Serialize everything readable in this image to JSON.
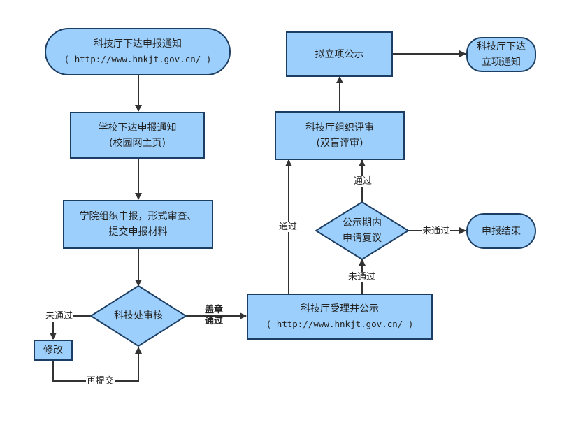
{
  "nodes": {
    "dept_notice": {
      "line1": "科技厅下达申报通知",
      "line2": "( http://www.hnkjt.gov.cn/ )"
    },
    "school_notice": {
      "line1": "学校下达申报通知",
      "line2": "(校园网主页)"
    },
    "college_review": {
      "line1": "学院组织申报，形式审查、",
      "line2": "提交申报材料"
    },
    "sci_office_review": {
      "text": "科技处审核"
    },
    "modify": {
      "text": "修改"
    },
    "dept_accept": {
      "line1": "科技厅受理并公示",
      "line2": "( http://www.hnkjt.gov.cn/ )"
    },
    "public_period": {
      "line1": "公示期内",
      "line2": "申请复议"
    },
    "end": {
      "text": "申报结束"
    },
    "dept_evaluate": {
      "line1": "科技厅组织评审",
      "line2": "(双盲评审)"
    },
    "publicize": {
      "text": "拟立项公示"
    },
    "final_notice": {
      "line1": "科技厅下达",
      "line2": "立项通知"
    }
  },
  "labels": {
    "not_pass_left": "未通过",
    "resubmit": "再提交",
    "stamp": "盖章",
    "stamp_pass": "通过",
    "pass_vertical": "通过",
    "not_pass_bottom": "未通过",
    "pass_top": "通过",
    "not_pass_right": "未通过"
  },
  "colors": {
    "fill": "#9ccffb",
    "stroke": "#1d3e63",
    "line": "#333333"
  }
}
